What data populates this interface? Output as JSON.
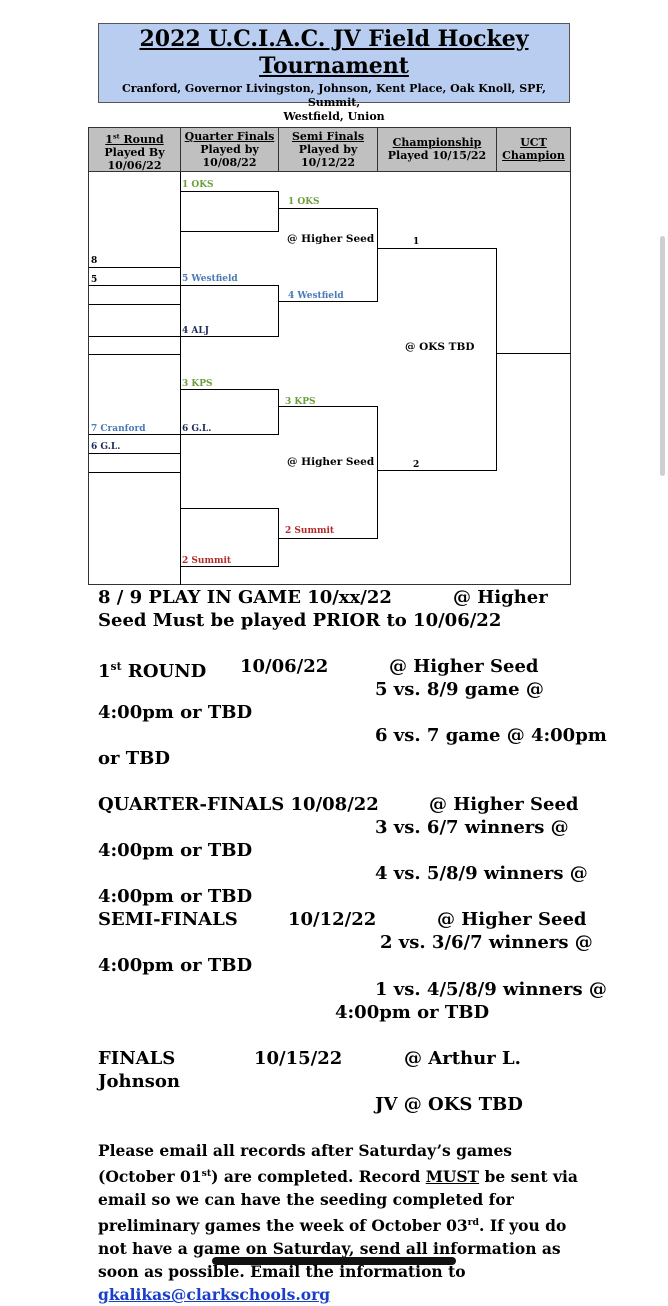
{
  "title": "2022 U.C.I.A.C. JV Field Hockey Tournament",
  "subtitle_line1": "Cranford, Governor Livingston, Johnson, Kent Place, Oak Knoll, SPF, Summit,",
  "subtitle_line2": "Westfield, Union",
  "headers": {
    "first_round_a": "1",
    "first_round_sup": "st",
    "first_round_b": " Round",
    "first_round_c": "Played By",
    "first_round_d": "10/06/22",
    "qf_a": "Quarter Finals",
    "qf_b": "Played by",
    "qf_c": "10/08/22",
    "sf_a": "Semi Finals",
    "sf_b": "Played by",
    "sf_c": "10/12/22",
    "ch_a": "Championship",
    "ch_b": "Played 10/15/22",
    "uct_a": "UCT",
    "uct_b": "Champion"
  },
  "bracket": {
    "qf_oks": "1 OKS",
    "sf_oks": "1 OKS",
    "higher_seed_top": "@ Higher Seed",
    "final_top": "1",
    "r1_8": "8",
    "r1_5": "5",
    "qf_westfield": "5 Westfield",
    "sf_westfield": "4 Westfield",
    "qf_alj": "4 ALJ",
    "final_site": "@ OKS TBD",
    "qf_kps": "3 KPS",
    "sf_kps": "3 KPS",
    "r1_cranford": "7 Cranford",
    "qf_gl": "6 G.L.",
    "r1_gl": "6 G.L.",
    "higher_seed_bottom": "@ Higher Seed",
    "final_bottom": "2",
    "sf_summit": "2 Summit",
    "qf_summit": "2 Summit"
  },
  "schedule": {
    "l1": "8 / 9 PLAY IN GAME    10/xx/22",
    "l1_r": "@ Higher",
    "l2": "Seed  Must be played PRIOR to 10/06/22",
    "l3_a": "1",
    "l3_sup": "st",
    "l3_b": " ROUND",
    "l3_date": "10/06/22",
    "l3_r": "@ Higher Seed",
    "l4": "5 vs. 8/9 game @",
    "l5": "4:00pm or TBD",
    "l6": "6 vs. 7 game @ 4:00pm",
    "l7": "or TBD",
    "l8": "QUARTER-FINALS 10/08/22",
    "l8_r": "@ Higher Seed",
    "l9": "3 vs. 6/7 winners @",
    "l10": "4:00pm or TBD",
    "l11": "4 vs. 5/8/9 winners @",
    "l12": "4:00pm or TBD",
    "l13": "SEMI-FINALS",
    "l13_date": "10/12/22",
    "l13_r": "@ Higher Seed",
    "l14": "2 vs. 3/6/7 winners @",
    "l15": "4:00pm or TBD",
    "l16": "1 vs. 4/5/8/9 winners @",
    "l17": "4:00pm or TBD",
    "l18": "FINALS",
    "l18_date": "10/15/22",
    "l18_r": "@ Arthur L.",
    "l19": "Johnson",
    "l20": "JV @ OKS TBD"
  },
  "note": {
    "p1": "Please email all records after Saturday’s games (October 01",
    "p1_sup": "st",
    "p2": ") are completed. Record ",
    "must": "MUST",
    "p3": " be sent via email so we can have the seeding completed for preliminary games the week of October 03",
    "p3_sup": "rd",
    "p4": ". If you do not have a game on Saturday, send all information as soon as possible. Email the information to ",
    "email": "gkalikas@clarkschools.org"
  },
  "colors": {
    "title_bg": "#b8cdf0",
    "header_bg": "#c0c0c0",
    "green": "#6a9e3c",
    "blue": "#4a7ab6",
    "red": "#b22b2b",
    "link": "#1a3ec9"
  }
}
